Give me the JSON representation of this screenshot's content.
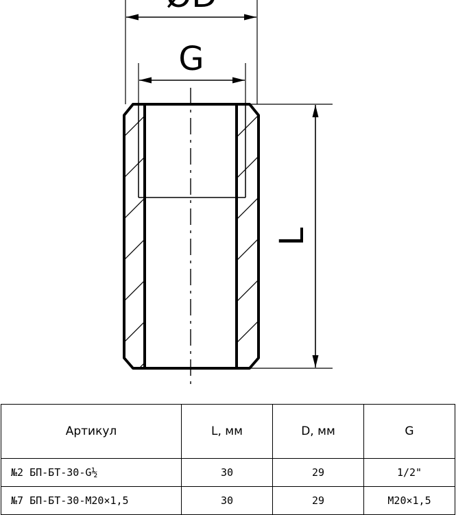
{
  "drawing": {
    "labels": {
      "outer_diameter": "ØD",
      "thread": "G",
      "length": "L"
    }
  },
  "table": {
    "headers": [
      "Артикул",
      "L, мм",
      "D, мм",
      "G"
    ],
    "rows": [
      [
        "№2 БП-БТ-30-G½",
        "30",
        "29",
        "1/2\""
      ],
      [
        "№7 БП-БТ-30-М20×1,5",
        "30",
        "29",
        "М20×1,5"
      ]
    ]
  }
}
